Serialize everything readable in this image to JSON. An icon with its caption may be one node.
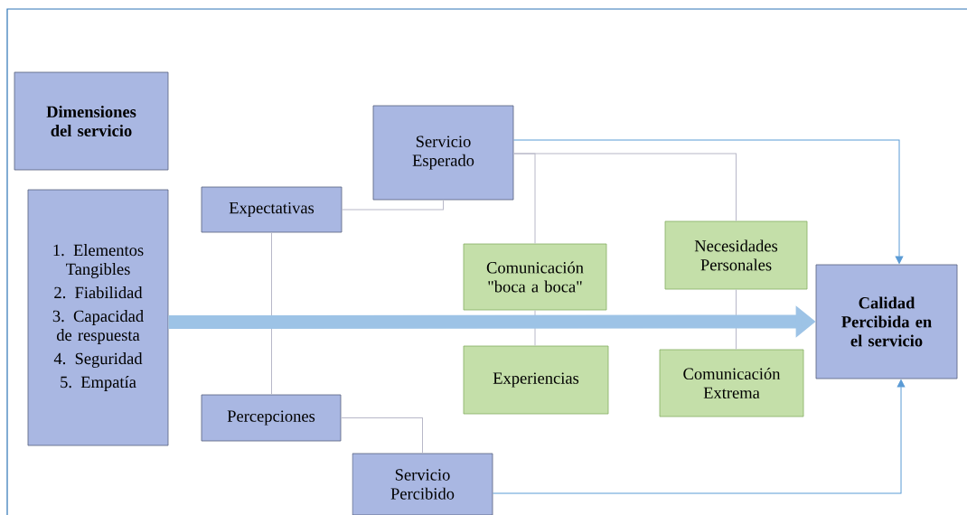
{
  "diagram": {
    "nodes": [
      {
        "text": [
          "Dimensiones del servicio"
        ]
      },
      {
        "text": [
          "1. Elementos Tangibles",
          "2. Fiabilidad",
          "3. Capacidad de respuesta",
          "4. Seguridad",
          "5. Empatía"
        ]
      },
      {
        "text": [
          "Servicio Esperado"
        ]
      },
      {
        "text": [
          "Expectativas"
        ]
      },
      {
        "text": [
          "Comunicación \"boca a boca\""
        ]
      },
      {
        "text": [
          "Necesidades Personales"
        ]
      },
      {
        "text": [
          "Calidad Percibida en el servicio"
        ]
      },
      {
        "text": [
          "Experiencias"
        ]
      },
      {
        "text": [
          "Comunicación Extrema"
        ]
      },
      {
        "text": [
          "Percepciones"
        ]
      },
      {
        "text": [
          "Servicio Percibido"
        ]
      }
    ],
    "edges": [
      {
        "from": 3,
        "to": 2,
        "arrow": "none"
      },
      {
        "from": 3,
        "to": 9,
        "arrow": "none"
      },
      {
        "from": 9,
        "to": 10,
        "arrow": "none"
      },
      {
        "from": 2,
        "to": 4,
        "arrow": "none"
      },
      {
        "from": 2,
        "to": 5,
        "arrow": "none"
      },
      {
        "from": 4,
        "to": 7,
        "arrow": "none"
      },
      {
        "from": 5,
        "to": 8,
        "arrow": "none"
      },
      {
        "from": 2,
        "to": 6,
        "arrow": "to",
        "color": "#5b9bd5"
      },
      {
        "from": 10,
        "to": 6,
        "arrow": "to",
        "color": "#5b9bd5"
      },
      {
        "from": 1,
        "to": 6,
        "arrow": "to",
        "style": "thick",
        "color": "#9dc3e6"
      }
    ]
  }
}
